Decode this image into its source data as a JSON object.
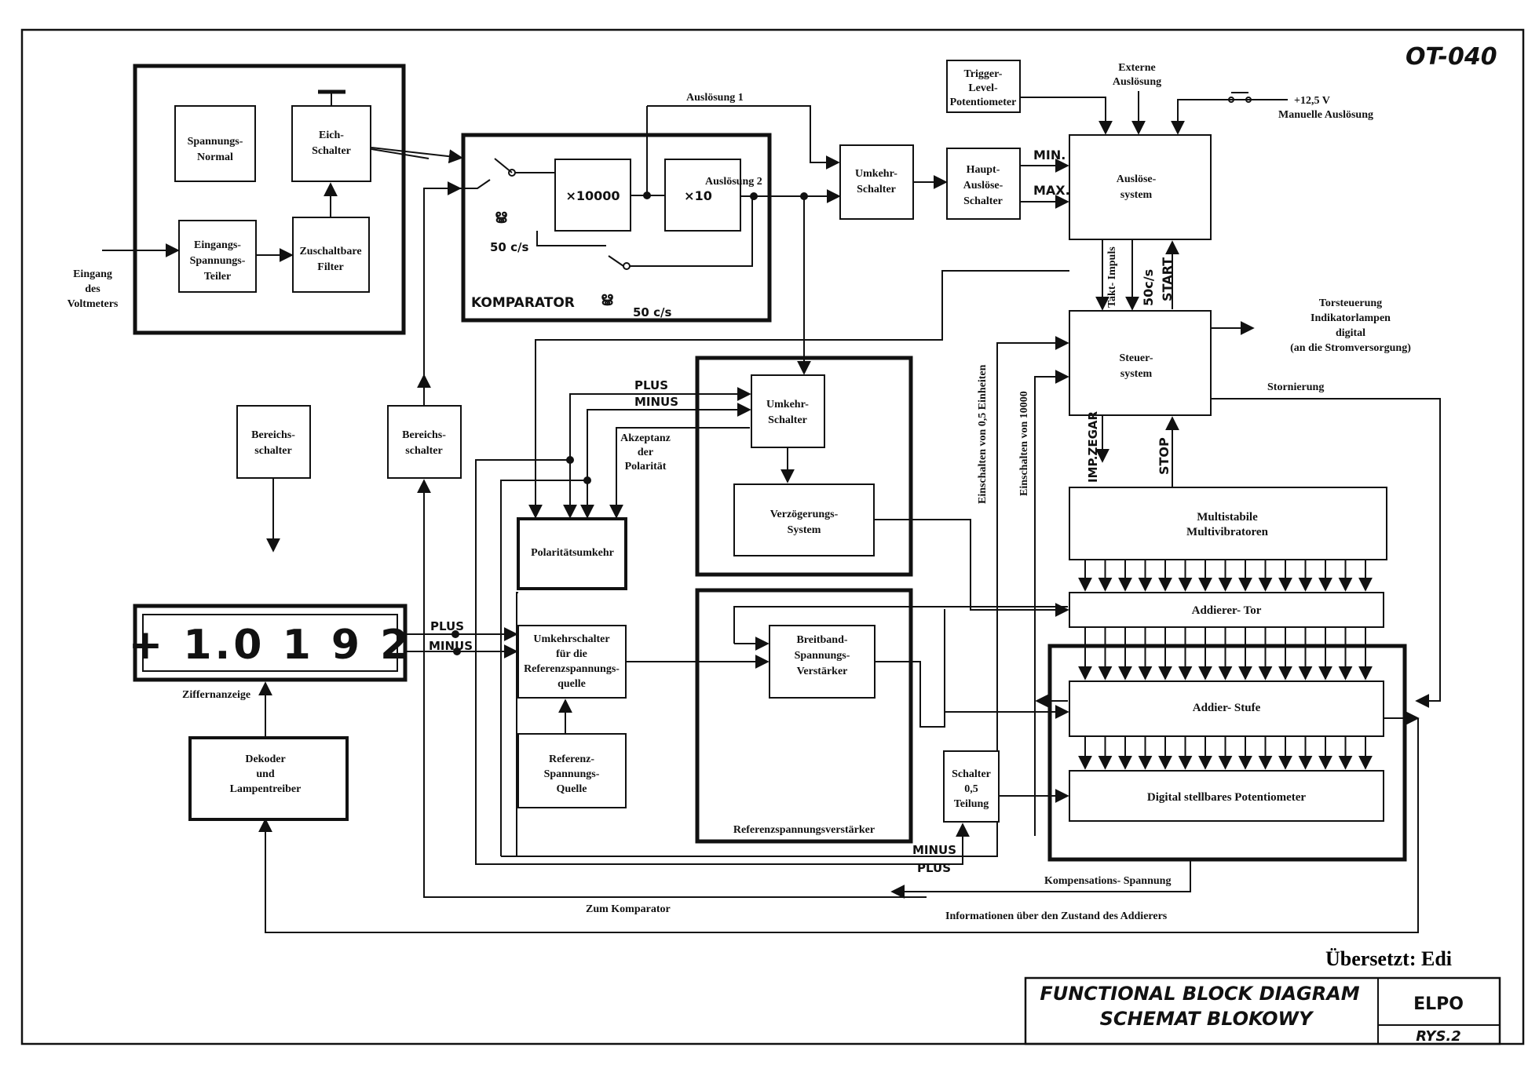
{
  "sheet": {
    "code": "OT-040",
    "translated_by": "Übersetzt: Edi",
    "title_line1": "FUNCTIONAL BLOCK DIAGRAM",
    "title_line2": "SCHEMAT BLOKOWY",
    "maker": "ELPO",
    "figure_no": "RYS.2"
  },
  "display": {
    "readout": "+ 1.0 1 9 2",
    "caption": "Ziffernanzeige"
  },
  "blocks": {
    "spannungs_normal": [
      "Spannungs-",
      "Normal"
    ],
    "eich_schalter": [
      "Eich-",
      "Schalter"
    ],
    "eingangs_teiler": [
      "Eingangs-",
      "Spannungs-",
      "Teiler"
    ],
    "zuschaltbare_filter": [
      "Zuschaltbare",
      "Filter"
    ],
    "x10000": "×10000",
    "x10": "×10",
    "komparator": "KOMPARATOR",
    "umkehr_schalter_top": [
      "Umkehr-",
      "Schalter"
    ],
    "haupt_ausloese": [
      "Haupt-",
      "Auslöse-",
      "Schalter"
    ],
    "trigger_level": [
      "Trigger-",
      "Level-",
      "Potentiometer"
    ],
    "ausloesesystem": [
      "Auslöse-",
      "system"
    ],
    "steuersystem": [
      "Steuer-",
      "system"
    ],
    "bereichsschalter_left": [
      "Bereichs-",
      "schalter"
    ],
    "bereichsschalter_mid": [
      "Bereichs-",
      "schalter"
    ],
    "umkehr_schalter_mid": [
      "Umkehr-",
      "Schalter"
    ],
    "verzoegerung": [
      "Verzögerungs-",
      "System"
    ],
    "polaritaet": "Polaritätsumkehr",
    "umkehrschalter_ref": [
      "Umkehrschalter",
      "für die",
      "Referenzspannungs-",
      "quelle"
    ],
    "referenz_quelle": [
      "Referenz-",
      "Spannungs-",
      "Quelle"
    ],
    "breitband": [
      "Breitband-",
      "Spannungs-",
      "Verstärker"
    ],
    "ref_verstaerker": "Referenzspannungsverstärker",
    "schalter_05": [
      "Schalter",
      "0,5",
      "Teilung"
    ],
    "multistabile": [
      "Multistabile",
      "Multivibratoren"
    ],
    "addierer_tor": "Addierer- Tor",
    "addier_stufe": "Addier- Stufe",
    "digital_poti": "Digital stellbares Potentiometer",
    "dekoder": [
      "Dekoder",
      "und",
      "Lampentreiber"
    ]
  },
  "labels": {
    "eingang": [
      "Eingang",
      "des",
      "Voltmeters"
    ],
    "ausloesung_1": "Auslösung 1",
    "ausloesung_2": "Auslösung 2",
    "hz_50_a": "50 c/s",
    "hz_50_b": "50 c/s",
    "externe": [
      "Externe",
      "Auslösung"
    ],
    "plus_12v": "+12,5 V",
    "manuelle": "Manuelle Auslösung",
    "min": "MIN.",
    "max": "MAX.",
    "takt_impuls": "Takt- Impuls",
    "hz_50_c": "50c/s",
    "start": "START",
    "stop": "STOP",
    "imp_zegar": "IMP.ZEGAR",
    "torsteuerung": [
      "Torsteuerung",
      "Indikatorlampen",
      "digital",
      "(an die Stromversorgung)"
    ],
    "stornierung": "Stornierung",
    "plus": "PLUS",
    "minus": "MINUS",
    "akzeptanz": [
      "Akzeptanz",
      "der",
      "Polarität"
    ],
    "einschalten_05": "Einschalten von 0,5 Einheiten",
    "einschalten_10000": "Einschalten von 10000",
    "display_plus": "PLUS",
    "display_minus": "MINUS",
    "bottom_minus": "MINUS",
    "bottom_plus": "PLUS",
    "kompensation": "Kompensations- Spannung",
    "zum_komparator": "Zum Komparator",
    "informationen": "Informationen über den Zustand des Addierers"
  }
}
